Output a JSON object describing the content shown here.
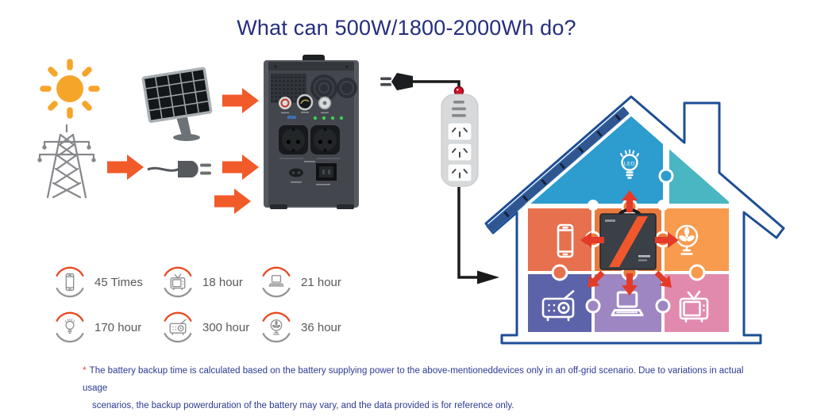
{
  "title": "What can 500W/1800-2000Wh do?",
  "house": {
    "led_label": "LED"
  },
  "flow": {
    "icons": [
      "sun-icon",
      "solar-panel-icon",
      "power-tower-icon",
      "power-cable-icon"
    ],
    "device": "portable-power-station",
    "strip": "power-strip-3-outlets"
  },
  "stats": {
    "items": [
      {
        "icon": "phone-icon",
        "label": "45 Times"
      },
      {
        "icon": "tv-icon",
        "label": "18 hour"
      },
      {
        "icon": "laptop-icon",
        "label": "21 hour"
      },
      {
        "icon": "led-bulb-icon",
        "label": "170 hour"
      },
      {
        "icon": "radio-icon",
        "label": "300 hour"
      },
      {
        "icon": "fan-icon",
        "label": "36 hour"
      }
    ]
  },
  "disclaimer": {
    "marker": "*",
    "line1": "The battery backup time is calculated based on the battery supplying power to the above-mentioneddevices only in an off-grid scenario. Due to variations in actual usage",
    "line2": "scenarios, the backup powerduration of the battery may vary, and the data provided is for reference only."
  },
  "colors": {
    "title": "#242e7f",
    "accent_orange": "#f15a29",
    "house_outline": "#1d4e94",
    "red_arrow": "#e43a28",
    "disclaimer_text": "#2c3a92",
    "stat_text": "#58595b",
    "stat_ring_orange": "#e84b22",
    "stat_ring_gray": "#939598",
    "piece_roof_left": "#2d9ccf",
    "piece_roof_right": "#49b6c2",
    "piece_phone": "#e7704e",
    "piece_center": "#e97a3e",
    "piece_fan": "#f89b4e",
    "piece_radio": "#5d63a9",
    "piece_laptop": "#9d86c2",
    "piece_tv": "#e289ae"
  }
}
